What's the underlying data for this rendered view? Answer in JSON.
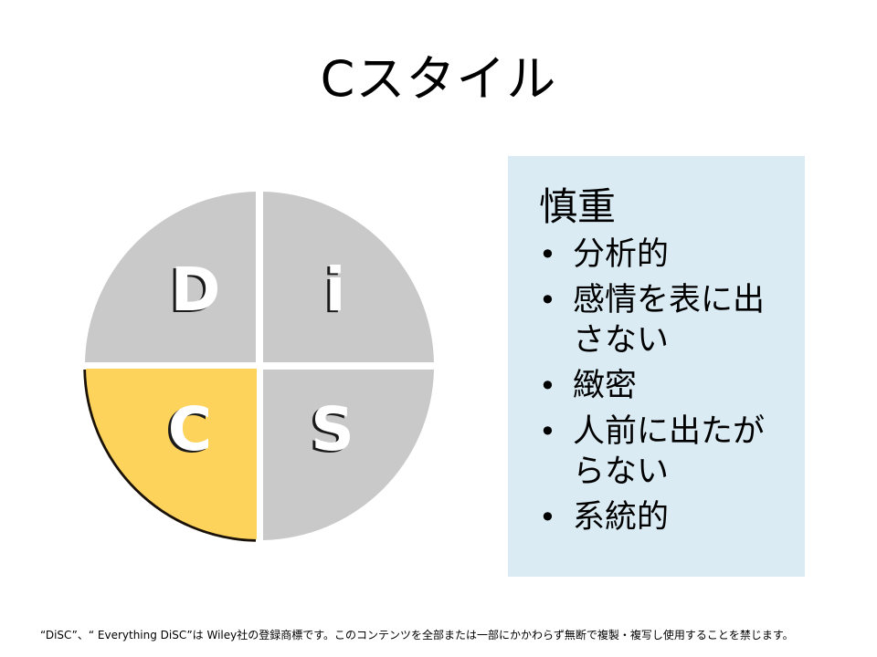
{
  "slide": {
    "title": "Cスタイル"
  },
  "disc_wheel": {
    "quadrants": [
      {
        "id": "D",
        "label": "D",
        "position": "top-left",
        "color": "#C9C9C9",
        "highlighted": false
      },
      {
        "id": "i",
        "label": "i",
        "position": "top-right",
        "color": "#C9C9C9",
        "highlighted": false
      },
      {
        "id": "C",
        "label": "C",
        "position": "bottom-left",
        "color": "#FDD35C",
        "highlighted": true
      },
      {
        "id": "S",
        "label": "S",
        "position": "bottom-right",
        "color": "#C9C9C9",
        "highlighted": false
      }
    ]
  },
  "panel": {
    "background": "#DAEBF3",
    "heading": "慎重",
    "bullet_glyph": "•",
    "items": [
      {
        "text": "分析的"
      },
      {
        "text": "感情を表に出さない"
      },
      {
        "text": "緻密"
      },
      {
        "text": "人前に出たがらない"
      },
      {
        "text": "系統的"
      }
    ]
  },
  "footer": {
    "text": "“DiSC”、“ Everything DiSC”は Wiley社の登録商標です。このコンテンツを全部または一部にかかわらず無断で複製・複写し使用することを禁じます。"
  }
}
